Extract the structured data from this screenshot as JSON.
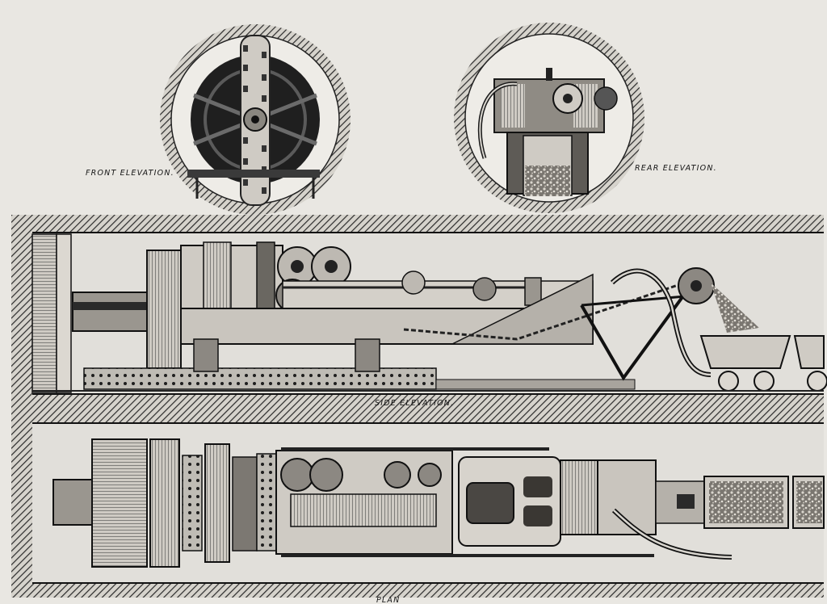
{
  "labels": {
    "front": "FRONT ELEVATION.",
    "rear": "REAR ELEVATION.",
    "side": "SIDE ELEVATION.",
    "plan": "PLAN"
  },
  "colors": {
    "paper": "#e9e7e2",
    "ink": "#141414",
    "mid": "#6e6e6e",
    "tunnel": "#dcdad5"
  }
}
